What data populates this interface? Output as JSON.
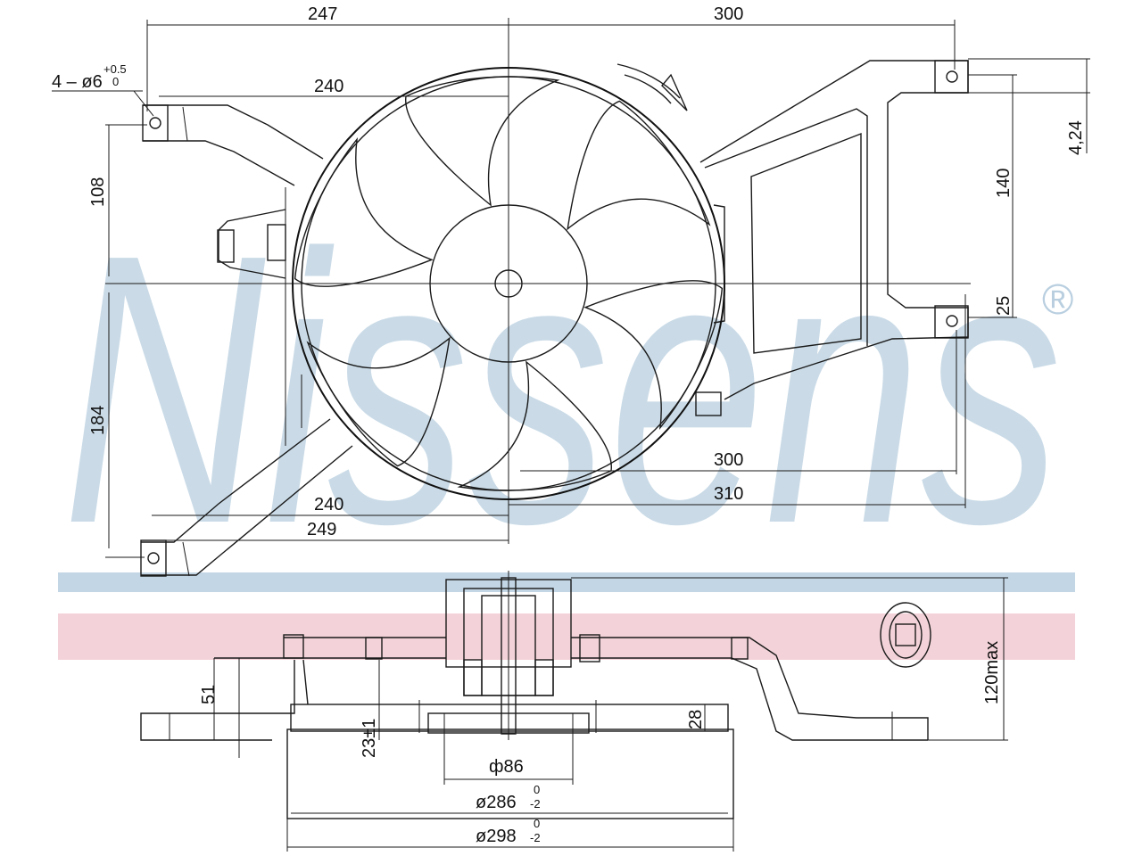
{
  "watermark": {
    "brand": "Nissens",
    "registered_mark": "®",
    "color_blue": "#b9cfe0",
    "color_red": "#f0c8cf"
  },
  "top_view": {
    "dims": {
      "top_left_width": "247",
      "top_right_width": "300",
      "hole_spec_prefix": "4 – ø6",
      "hole_tol_upper": "+0.5",
      "hole_tol_lower": "0",
      "upper_span": "240",
      "left_upper_height": "108",
      "left_lower_height": "184",
      "right_height": "140",
      "right_small_height": "25",
      "right_offset": "4,24",
      "lower_right_300": "300",
      "lower_right_310": "310",
      "lower_left_240": "240",
      "lower_left_249": "249"
    }
  },
  "side_view": {
    "dims": {
      "depth_max": "120max",
      "height_51": "51",
      "height_23": "23±1",
      "height_28": "28",
      "hub_dia": "ф86",
      "inner_dia": "ø286",
      "inner_dia_tol_upper": "0",
      "inner_dia_tol_lower": "-2",
      "outer_dia": "ø298",
      "outer_dia_tol_upper": "0",
      "outer_dia_tol_lower": "-2"
    }
  }
}
